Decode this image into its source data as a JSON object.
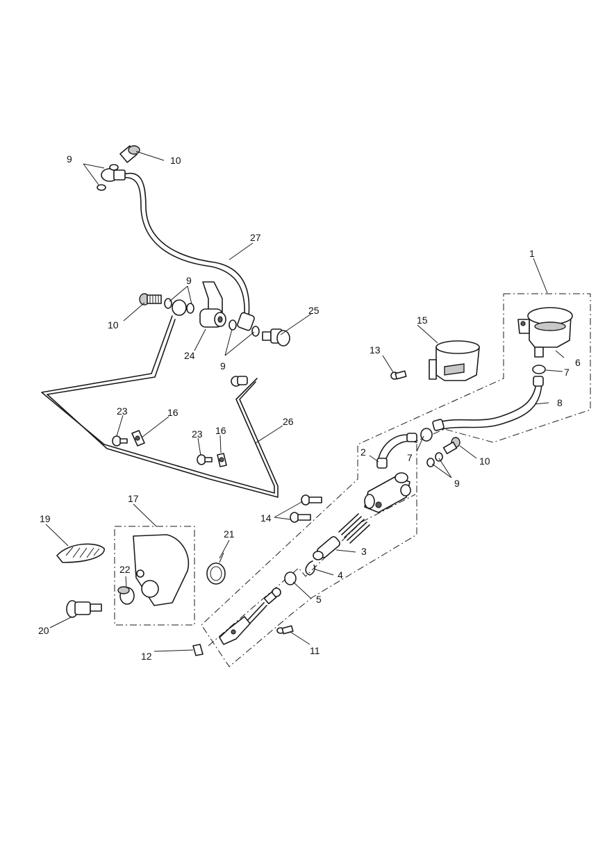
{
  "diagram": {
    "callouts": {
      "c1": "1",
      "c2": "2",
      "c3": "3",
      "c4": "4",
      "c5": "5",
      "c6": "6",
      "c7a": "7",
      "c7b": "7",
      "c8": "8",
      "c9a": "9",
      "c9b": "9",
      "c9c": "9",
      "c9d": "9",
      "c10a": "10",
      "c10b": "10",
      "c10c": "10",
      "c11": "11",
      "c12": "12",
      "c13": "13",
      "c14": "14",
      "c15": "15",
      "c16a": "16",
      "c16b": "16",
      "c17": "17",
      "c19": "19",
      "c20": "20",
      "c21": "21",
      "c22": "22",
      "c23a": "23",
      "c23b": "23",
      "c24": "24",
      "c25": "25",
      "c26": "26",
      "c27": "27"
    }
  }
}
